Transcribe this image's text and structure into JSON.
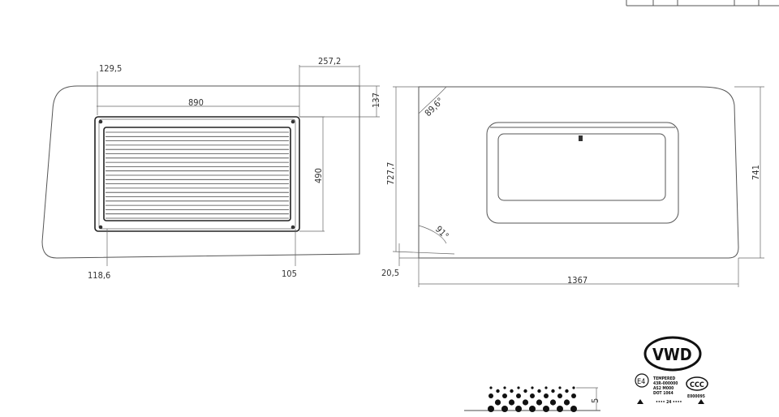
{
  "left_view": {
    "dimensions": {
      "d_129_5": "129,5",
      "d_890": "890",
      "d_257_2": "257,2",
      "d_137": "137",
      "d_490": "490",
      "d_118_6": "118,6",
      "d_105": "105"
    }
  },
  "right_view": {
    "dimensions": {
      "angle_top": "89,6°",
      "angle_bottom": "91°",
      "d_727_7": "727,7",
      "d_741": "741",
      "d_20_5": "20,5",
      "d_1367": "1367"
    }
  },
  "dot_band": {
    "dimension": "5"
  },
  "marking": {
    "logo_text": "VWD",
    "e_mark": "E4",
    "lines": [
      "TEMPERED",
      "43R-000000",
      "AS2  M000",
      "DOT  1064"
    ],
    "date_code": "•••• 24 ••••",
    "ccc_mark": "CCC",
    "ccc_code": "E000095"
  }
}
